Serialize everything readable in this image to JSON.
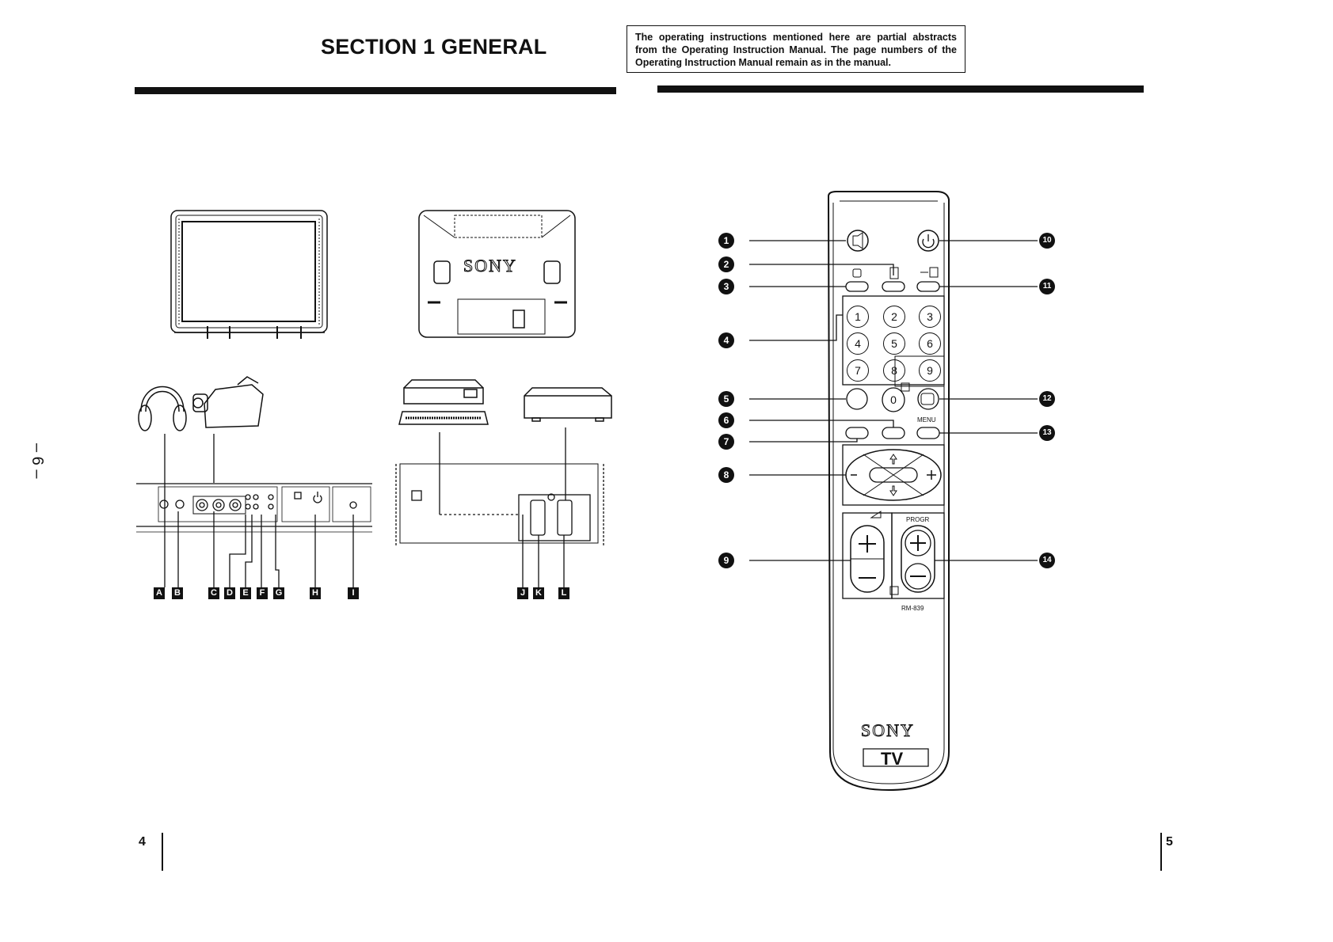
{
  "header": {
    "section_title": "SECTION 1 GENERAL",
    "notice": "The operating instructions mentioned here are partial abstracts from the Operating Instruction Manual. The page numbers of the Operating Instruction Manual remain as in the manual."
  },
  "margin_page_number": "– 6 –",
  "page_numbers": {
    "left": "4",
    "right": "5"
  },
  "tv_front": {
    "brand": "SONY"
  },
  "front_panel_labels": [
    "A",
    "B",
    "C",
    "D",
    "E",
    "F",
    "G",
    "H",
    "I"
  ],
  "rear_panel_labels": [
    "J",
    "K",
    "L"
  ],
  "remote": {
    "brand": "SONY",
    "badge": "TV",
    "model": "RM-839",
    "menu_label": "MENU",
    "progr_label": "PROGR",
    "digits": [
      "1",
      "2",
      "3",
      "4",
      "5",
      "6",
      "7",
      "8",
      "9",
      "0"
    ],
    "callouts_left": [
      "1",
      "2",
      "3",
      "4",
      "5",
      "6",
      "7",
      "8",
      "9"
    ],
    "callouts_right": [
      "10",
      "11",
      "12",
      "13",
      "14"
    ]
  }
}
